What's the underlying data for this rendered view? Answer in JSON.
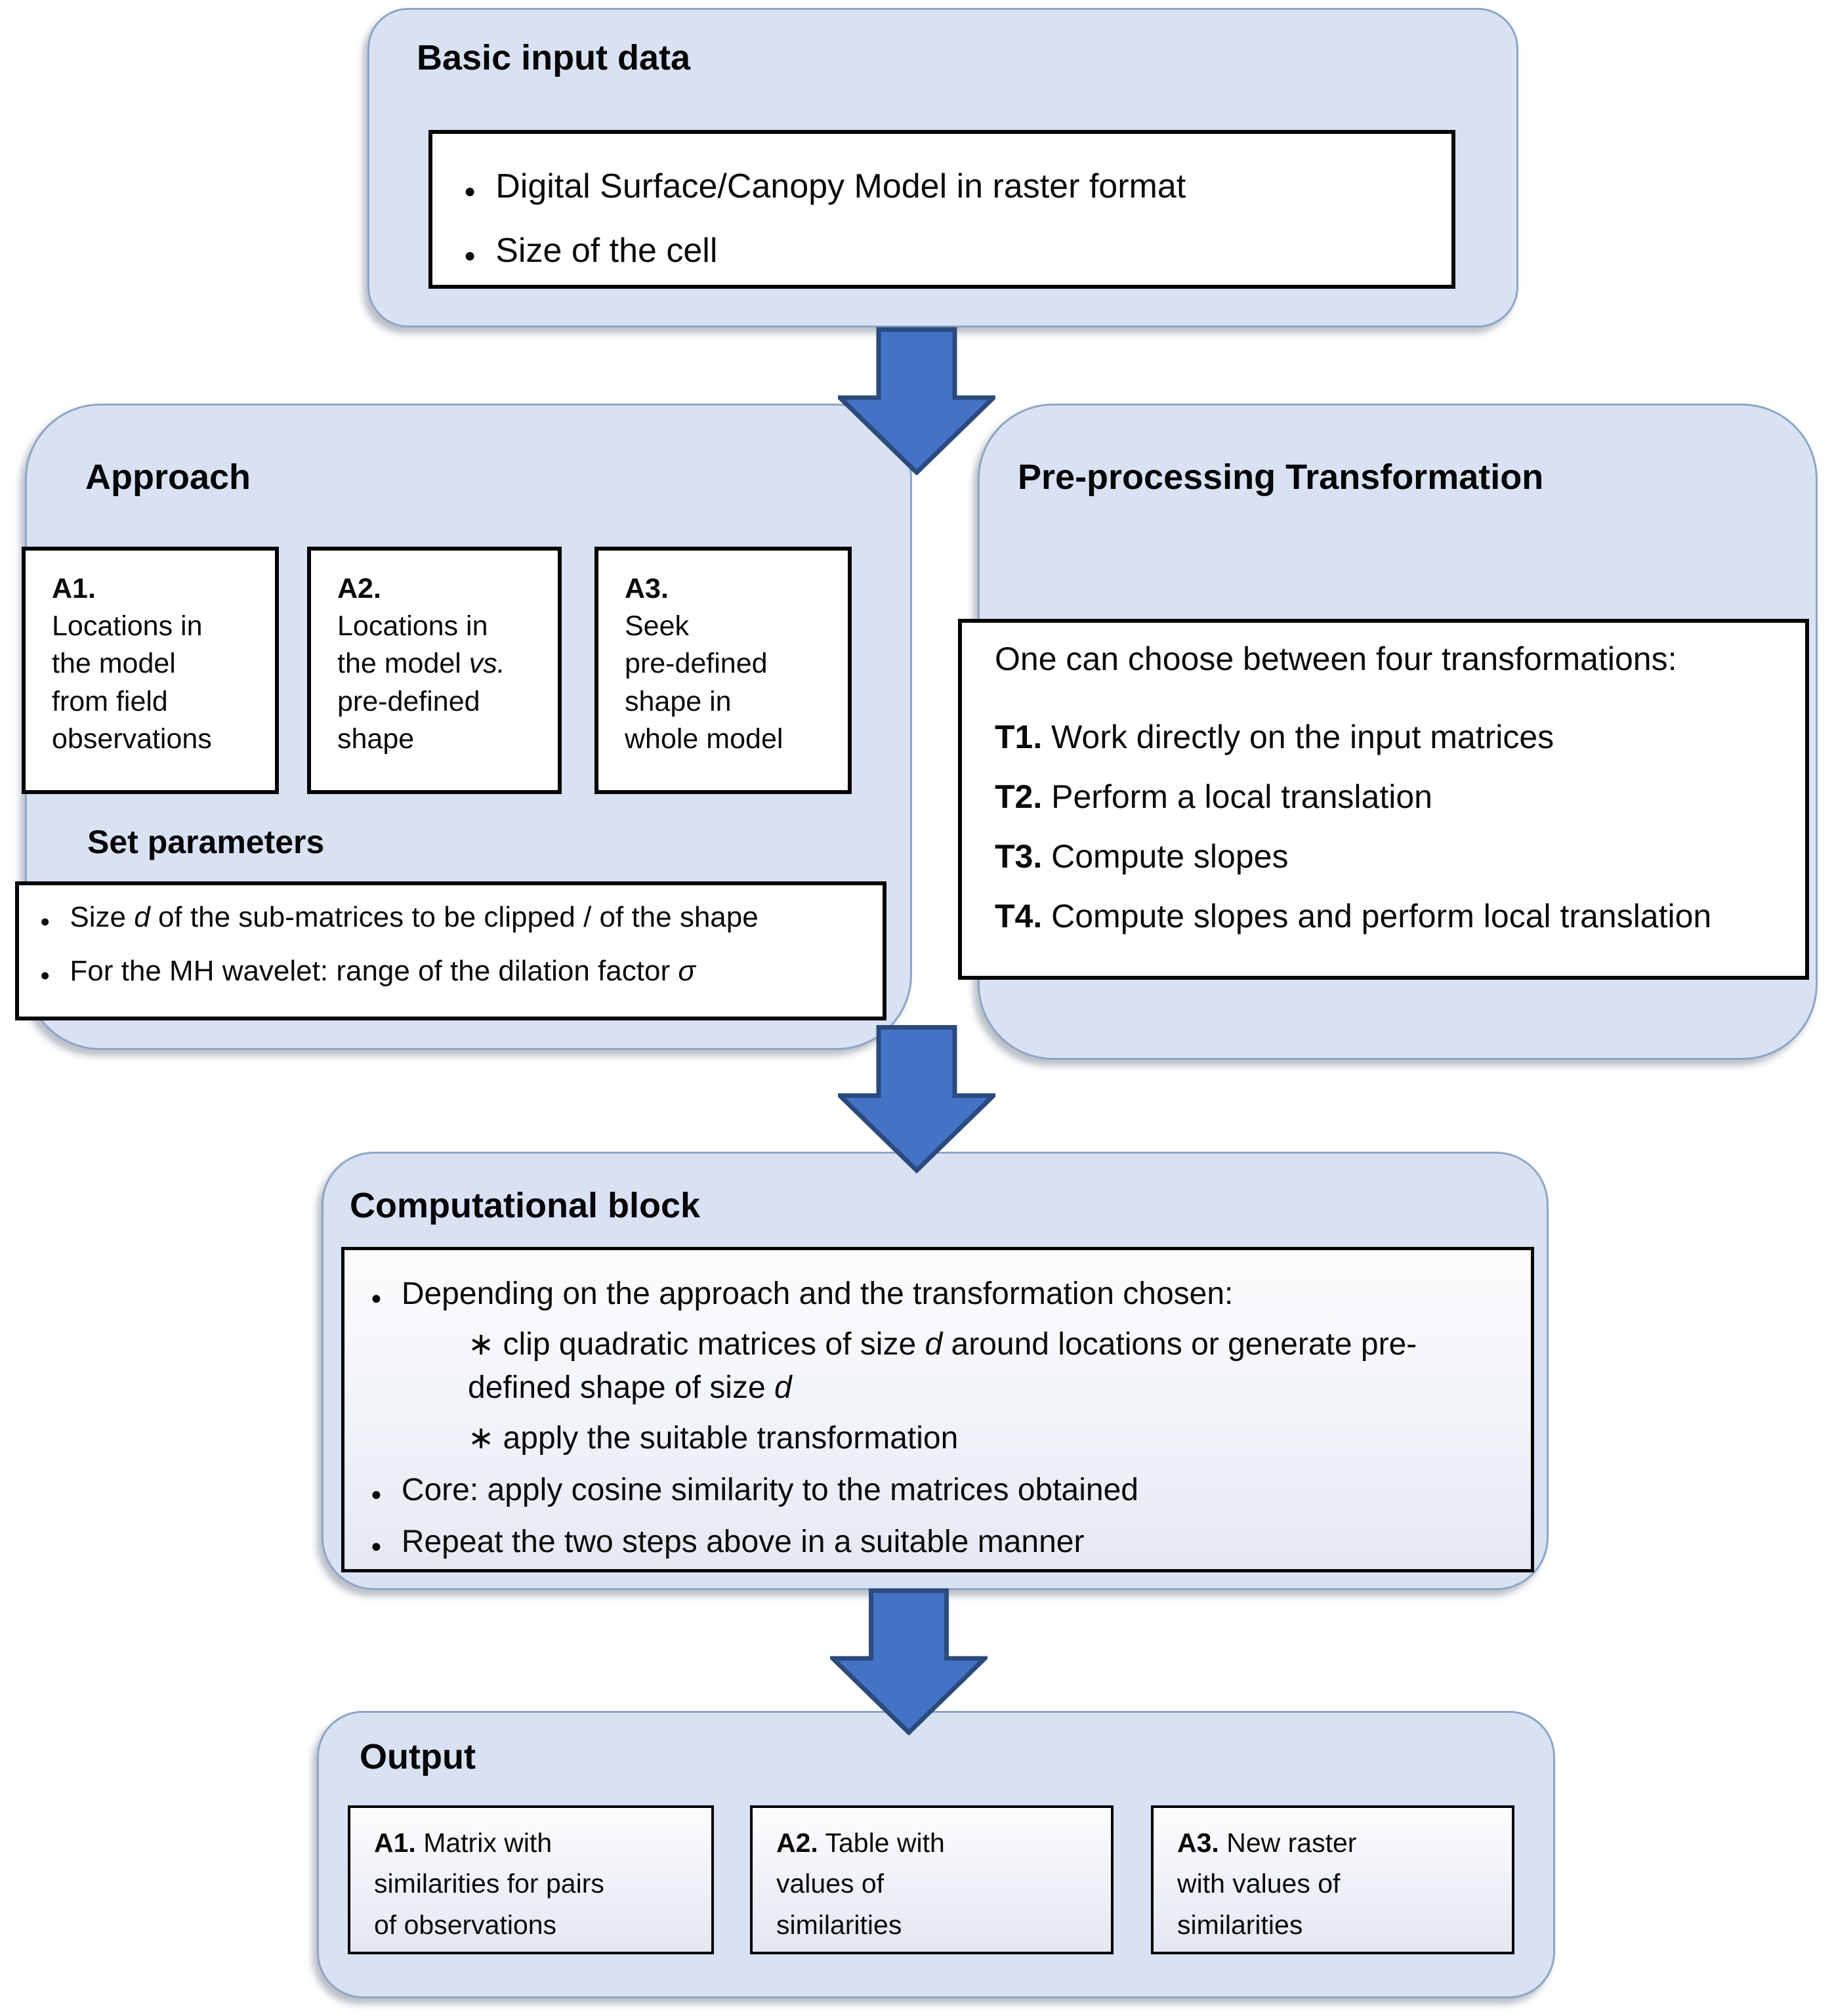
{
  "colors": {
    "panel_fill": "#d9e2f3",
    "panel_border": "#8ea6c4",
    "box_border": "#050505",
    "arrow_fill": "#4472c4",
    "arrow_outline": "#2b4a7d",
    "text": "#0a0a0a"
  },
  "basic_input": {
    "title": "Basic input data",
    "items": [
      "Digital Surface/Canopy Model in raster format",
      "Size of the cell"
    ]
  },
  "approach": {
    "title": "Approach",
    "boxes": [
      {
        "label": "A1.",
        "lines": [
          {
            "a": "Locations in"
          },
          {
            "a": "the model"
          },
          {
            "a": "from field"
          },
          {
            "a": "observations"
          }
        ]
      },
      {
        "label": "A2.",
        "lines": [
          {
            "a": "Locations in"
          },
          {
            "a": "the model ",
            "it": "vs."
          },
          {
            "a": "pre-defined"
          },
          {
            "a": "shape"
          }
        ]
      },
      {
        "label": "A3.",
        "lines": [
          {
            "a": "Seek"
          },
          {
            "a": "pre-defined"
          },
          {
            "a": "shape in"
          },
          {
            "a": "whole model"
          }
        ]
      }
    ],
    "set_parameters": {
      "title": "Set parameters",
      "items": [
        {
          "a": "Size ",
          "it": "d",
          "c": " of the sub-matrices to be clipped / of the shape"
        },
        {
          "a": "For the MH wavelet: range of the dilation factor ",
          "it": "σ"
        }
      ]
    }
  },
  "preprocessing": {
    "title": "Pre-processing Transformation",
    "intro": "One can choose between four transformations:",
    "items": [
      {
        "label": "T1.",
        "text": " Work directly on the input matrices"
      },
      {
        "label": "T2.",
        "text": " Perform a local translation"
      },
      {
        "label": "T3.",
        "text": " Compute slopes"
      },
      {
        "label": "T4.",
        "text": " Compute slopes and perform local translation"
      }
    ]
  },
  "computational": {
    "title": "Computational block",
    "bullet1": "Depending on the approach and the transformation chosen:",
    "sub1": {
      "a": "∗ clip quadratic matrices of size ",
      "it": "d",
      "c": " around locations or generate pre-defined shape of size ",
      "it2": "d"
    },
    "sub2": "∗ apply the suitable transformation",
    "bullet2": "Core: apply cosine similarity to the matrices obtained",
    "bullet3": "Repeat the two steps above in a suitable manner"
  },
  "output": {
    "title": "Output",
    "boxes": [
      {
        "label": "A1.",
        "first": " Matrix with",
        "lines": [
          "similarities for pairs",
          "of observations"
        ]
      },
      {
        "label": "A2.",
        "first": " Table with",
        "lines": [
          "values of",
          "similarities"
        ]
      },
      {
        "label": "A3.",
        "first": " New raster",
        "lines": [
          "with values of",
          "similarities"
        ]
      }
    ]
  }
}
